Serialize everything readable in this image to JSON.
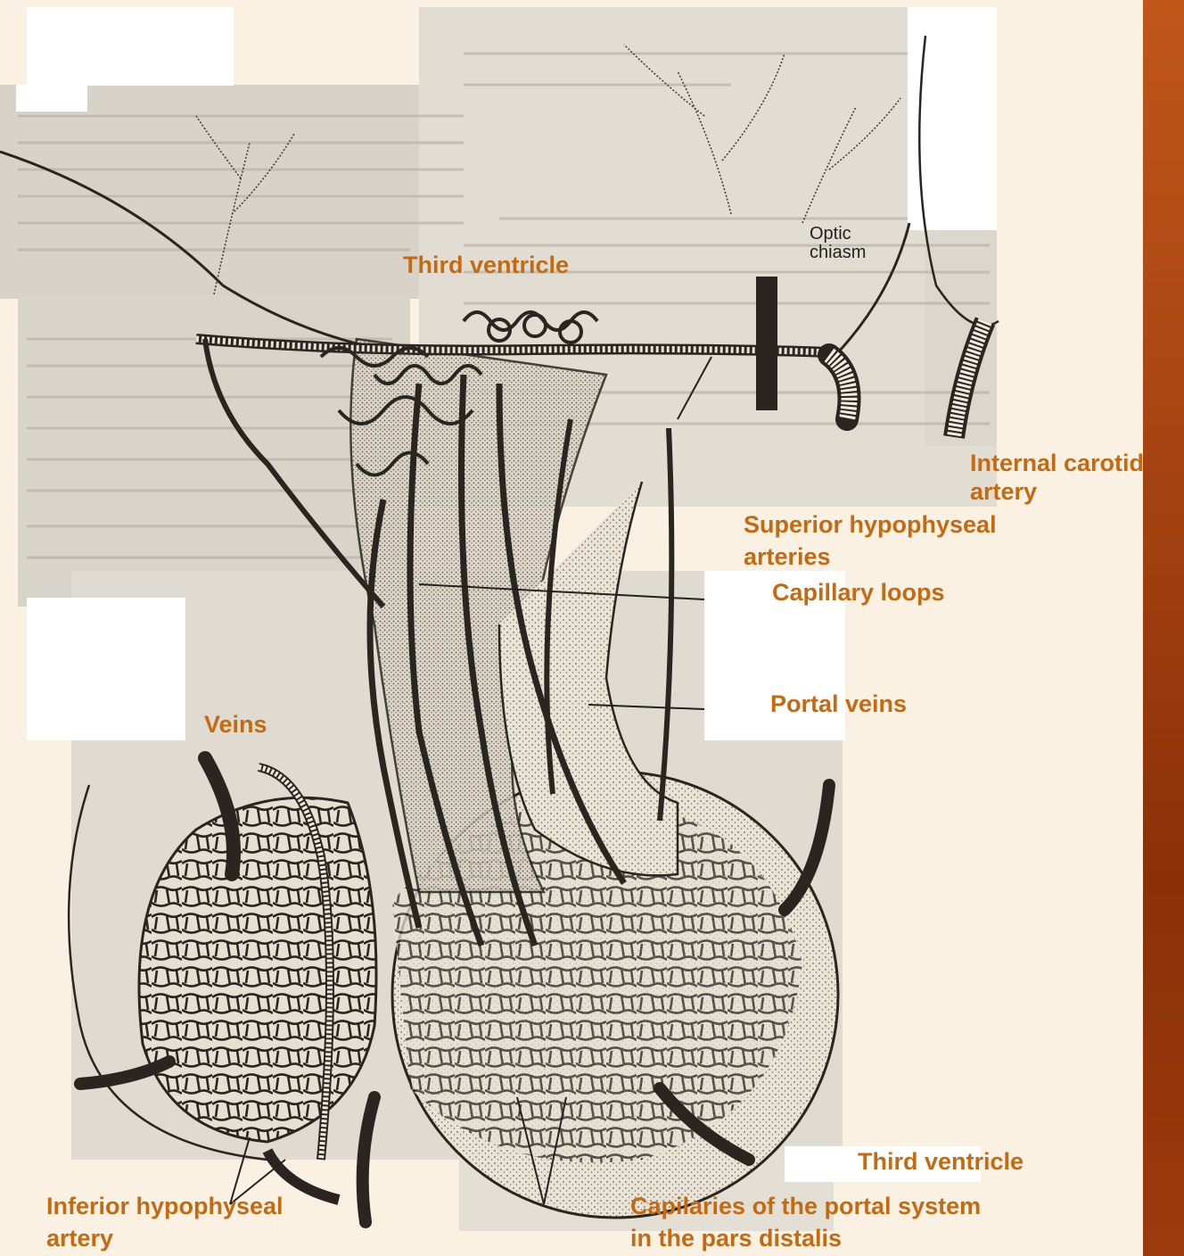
{
  "colors": {
    "background": "#fbf1e3",
    "label": "#c46a12",
    "side_strip": "#a84412",
    "ink": "#2a2520"
  },
  "labels": {
    "third_ventricle_top": "Third ventricle",
    "optic_chiasm_line1": "Optic",
    "optic_chiasm_line2": "chiasm",
    "internal_carotid_line1": "Internal carotid",
    "internal_carotid_line2": "artery",
    "superior_hypophyseal_line1": "Superior hypophyseal",
    "superior_hypophyseal_line2": "arteries",
    "capillary_loops": "Capillary loops",
    "portal_veins": "Portal veins",
    "veins": "Veins",
    "third_ventricle_bottom": "Third ventricle",
    "inferior_hypophyseal_line1": "Inferior hypophyseal",
    "inferior_hypophyseal_line2": "artery",
    "capillaries_line1": "Capilaries of the portal system",
    "capillaries_line2": "in the pars distalis"
  }
}
